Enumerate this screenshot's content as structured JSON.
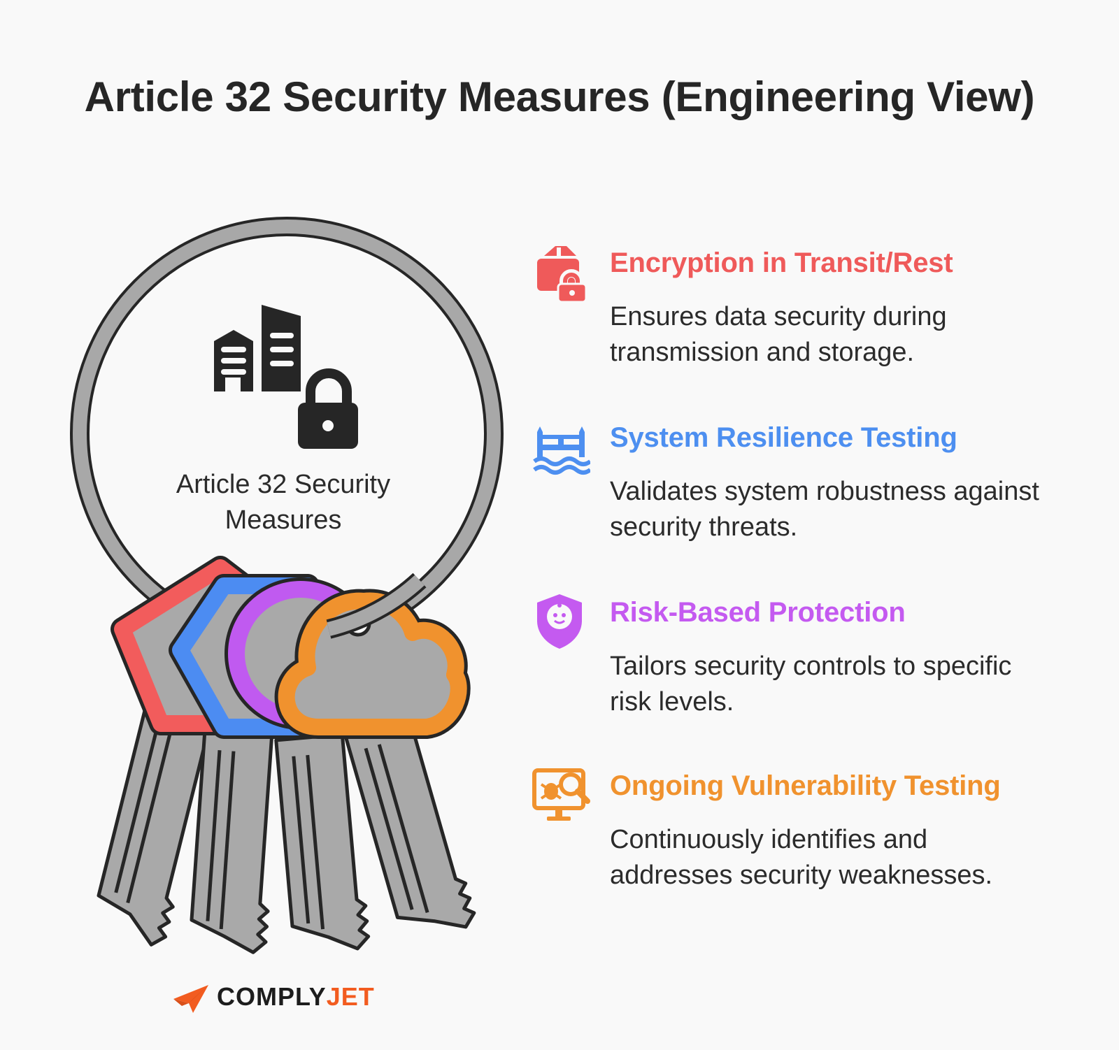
{
  "title": "Article 32 Security Measures (Engineering View)",
  "center": {
    "label": "Article 32 Security Measures",
    "icon": "buildings-lock-icon"
  },
  "items": [
    {
      "title": "Encryption in Transit/Rest",
      "description": "Ensures data security during transmission and storage.",
      "color": "#ef5a5a",
      "icon": "box-lock-icon"
    },
    {
      "title": "System Resilience Testing",
      "description": "Validates system robustness against security threats.",
      "color": "#4d8ff0",
      "icon": "bridge-water-icon"
    },
    {
      "title": "Risk-Based Protection",
      "description": "Tailors security controls to specific risk levels.",
      "color": "#c45af0",
      "icon": "shield-face-icon"
    },
    {
      "title": "Ongoing Vulnerability Testing",
      "description": "Continuously identifies and addresses security weaknesses.",
      "color": "#f0922e",
      "icon": "monitor-bug-search-icon"
    }
  ],
  "keys": [
    {
      "tag_shape": "pentagon",
      "color": "#f25c5c"
    },
    {
      "tag_shape": "hexagon",
      "color": "#4c8cf2"
    },
    {
      "tag_shape": "circle",
      "color": "#c05af0"
    },
    {
      "tag_shape": "cloud",
      "color": "#f0922e"
    }
  ],
  "logo": {
    "text_dark": "COMPLY",
    "text_accent": "JET",
    "icon": "paper-plane-icon",
    "accent_color": "#f25c20"
  }
}
